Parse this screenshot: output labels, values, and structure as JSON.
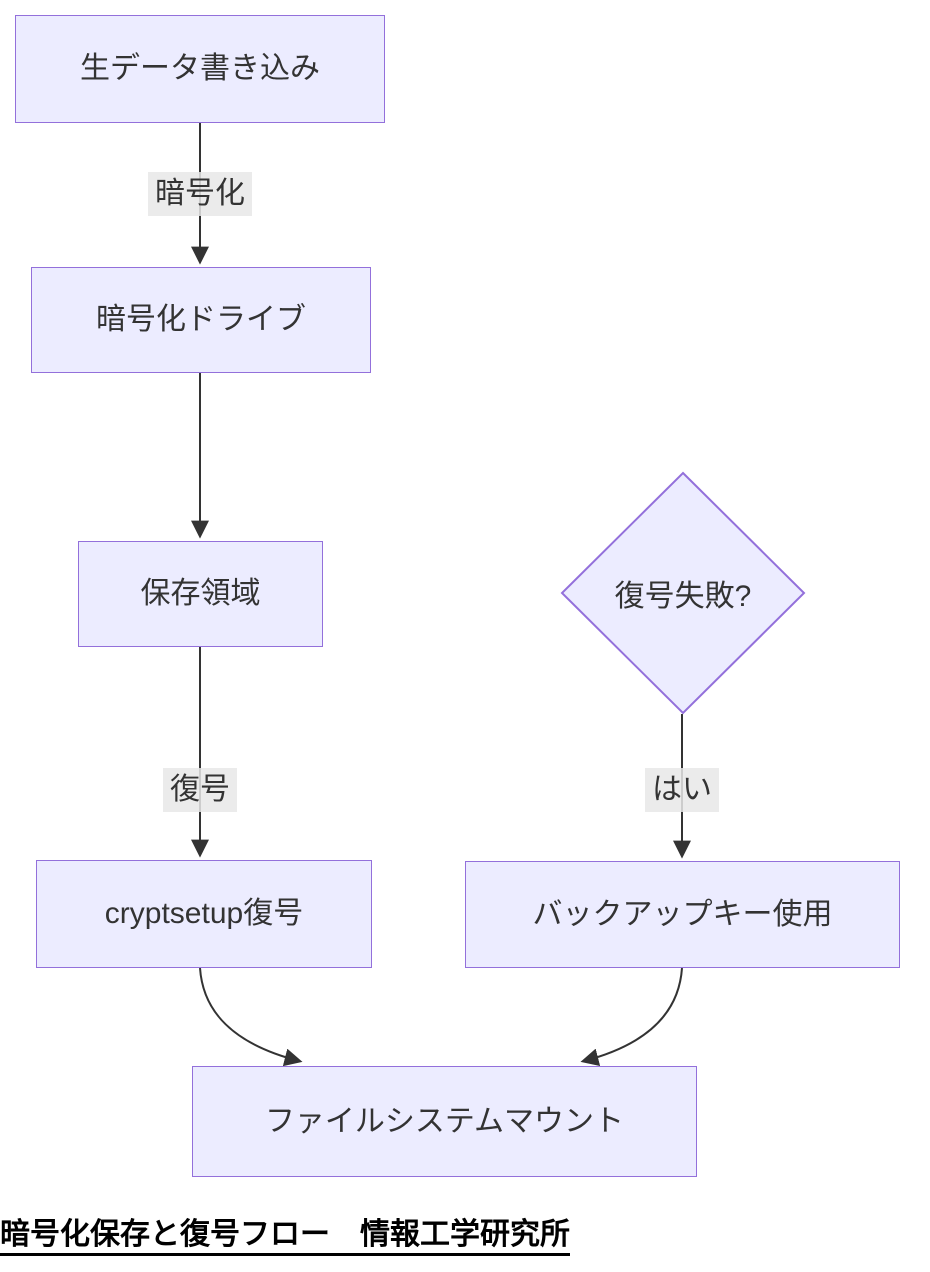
{
  "diagram": {
    "type": "flowchart",
    "direction": "top-down",
    "nodes": [
      {
        "id": "raw-write",
        "label": "生データ書き込み",
        "shape": "rect"
      },
      {
        "id": "encrypted-drive",
        "label": "暗号化ドライブ",
        "shape": "rect"
      },
      {
        "id": "storage-area",
        "label": "保存領域",
        "shape": "rect"
      },
      {
        "id": "cryptsetup-decrypt",
        "label": "cryptsetup復号",
        "shape": "rect"
      },
      {
        "id": "decrypt-fail",
        "label": "復号失敗?",
        "shape": "diamond"
      },
      {
        "id": "backup-key",
        "label": "バックアップキー使用",
        "shape": "rect"
      },
      {
        "id": "fs-mount",
        "label": "ファイルシステムマウント",
        "shape": "rect"
      }
    ],
    "edges": [
      {
        "from": "raw-write",
        "to": "encrypted-drive",
        "label": "暗号化"
      },
      {
        "from": "encrypted-drive",
        "to": "storage-area",
        "label": ""
      },
      {
        "from": "storage-area",
        "to": "cryptsetup-decrypt",
        "label": "復号"
      },
      {
        "from": "decrypt-fail",
        "to": "backup-key",
        "label": "はい"
      },
      {
        "from": "cryptsetup-decrypt",
        "to": "fs-mount",
        "label": ""
      },
      {
        "from": "backup-key",
        "to": "fs-mount",
        "label": ""
      }
    ],
    "caption": "暗号化保存と復号フロー　情報工学研究所",
    "colors": {
      "node_fill": "#ECECFF",
      "node_border": "#9370DB",
      "edge": "#333333",
      "edge_label_bg": "#E8E8E8",
      "node_text": "#333333",
      "caption_text": "#000000",
      "background": "#FFFFFF"
    }
  }
}
